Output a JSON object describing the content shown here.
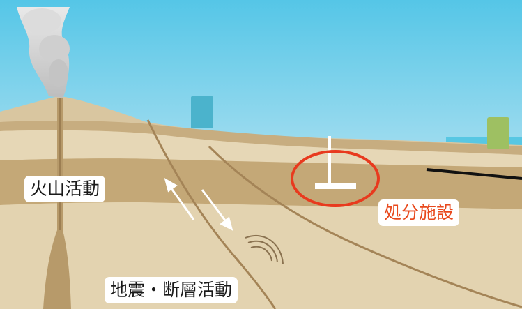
{
  "labels": {
    "volcanic_activity": "火山活動",
    "earthquake_fault_activity": "地震・断層活動",
    "disposal_facility": "処分施設"
  },
  "colors": {
    "sky_top": "#4fc4e6",
    "sky_bottom": "#e6f4f9",
    "ground_surface": "#d8c49c",
    "ground_layer": "#cdb488",
    "ground_deep": "#e2d2ae",
    "fault_line": "#a9865a",
    "sea": "#58c7e3",
    "left_marker": "#4bb3cc",
    "right_marker": "#9ec062",
    "highlight_circle": "#e83a1e",
    "facility_label": "#e8491d"
  },
  "icons": {
    "volcano": "volcano-icon",
    "smoke": "smoke-plume-icon",
    "facility": "disposal-facility-icon",
    "seismic_wave": "seismic-wave-icon"
  }
}
